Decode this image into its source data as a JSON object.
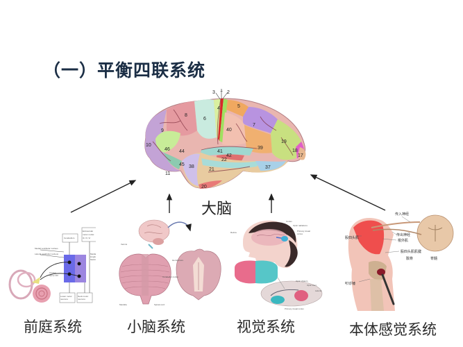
{
  "slide": {
    "title": "（一）平衡四联系统",
    "center_label": "大脑",
    "colors": {
      "title": "#1b2e45",
      "arrow": "#222222",
      "background": "#ffffff"
    }
  },
  "brain": {
    "icon": "cerebral-cortex-brodmann-map",
    "area_numbers": [
      "1",
      "2",
      "3",
      "4",
      "5",
      "6",
      "7",
      "8",
      "9",
      "10",
      "11",
      "17",
      "18",
      "19",
      "20",
      "21",
      "22",
      "37",
      "39",
      "40",
      "41",
      "42",
      "44",
      "45",
      "46"
    ]
  },
  "arrows": [
    {
      "from": "前庭系统",
      "to": "大脑",
      "direction": "up-right"
    },
    {
      "from": "小脑系统",
      "to": "大脑",
      "direction": "up"
    },
    {
      "from": "视觉系统",
      "to": "大脑",
      "direction": "up"
    },
    {
      "from": "本体感觉系统",
      "to": "大脑",
      "direction": "up-left"
    }
  ],
  "systems": [
    {
      "label": "前庭系统",
      "icon": "vestibular-pathway-diagram",
      "diagram_boxes": [
        "Cerebellum",
        "Extraocular motor nuclei III, IV, VI",
        "Lower motor neurons",
        "Neck motor neurons"
      ],
      "diagram_labels": [
        "Medial vestibular nucleus",
        "Lateral vestibular nucleus",
        "Cranial nerve VIII",
        "Medial longitudinal fasciculus"
      ]
    },
    {
      "label": "小脑系统",
      "icon": "cerebellum-illustration"
    },
    {
      "label": "视觉系统",
      "icon": "visual-pathway-illustration"
    },
    {
      "label": "本体感觉系统",
      "icon": "proprioception-knee-illustration",
      "diagram_labels": [
        "传入神经",
        "传出神经",
        "梭外肌",
        "股四头肌肌腱",
        "髌骨",
        "脊髓",
        "股四头肌",
        "叩诊锤"
      ]
    }
  ]
}
